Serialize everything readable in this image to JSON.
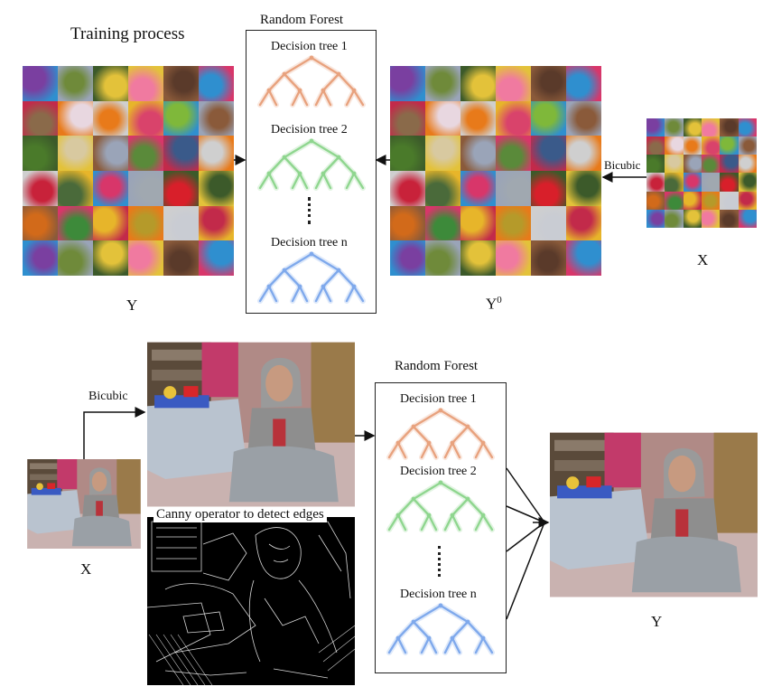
{
  "top": {
    "training_title": "Training process",
    "forest_title": "Random Forest",
    "trees": [
      "Decision tree 1",
      "Decision tree 2",
      "Decision tree n"
    ],
    "label_y": "Y",
    "label_y0": "Y",
    "label_y0_sup": "0",
    "label_x": "X",
    "bicubic": "Bicubic"
  },
  "bottom": {
    "forest_title": "Random Forest",
    "trees": [
      "Decision tree 1",
      "Decision tree 2",
      "Decision tree n"
    ],
    "bicubic": "Bicubic",
    "canny": "Canny operator to detect edges",
    "label_x": "X",
    "label_y": "Y"
  },
  "colors": {
    "tree1": "#e8a27e",
    "tree2": "#8fd68f",
    "treen": "#7fa9ec",
    "frame": "#222222"
  },
  "mosaic_palette": [
    "#7a3fa0",
    "#d8c9a0",
    "#e7b52a",
    "#d9436b",
    "#d81f2a",
    "#2f8fcf",
    "#c8223a",
    "#6f8a3a",
    "#9aa4b8",
    "#b59a2a",
    "#7fb83a",
    "#3c5a2a",
    "#8a6a4a",
    "#4a6a3a",
    "#e3c23a",
    "#5a8a3a",
    "#c9ccd3",
    "#8a5a3a",
    "#d26a1a",
    "#e8d7e0",
    "#d8366a",
    "#f07aa0",
    "#3a5a8a",
    "#c22a4a",
    "#4a7a2a",
    "#3d8a3a",
    "#e87a1a",
    "#a0a8b0",
    "#5a3a2a",
    "#cfcfcf"
  ]
}
